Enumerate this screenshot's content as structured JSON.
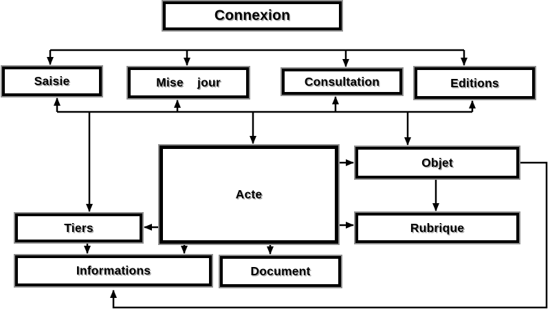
{
  "diagram": {
    "colors": {
      "background": "#ffffff",
      "line": "#000000",
      "box_border": "#000000",
      "box_shadow": "#8f8f8f",
      "text": "#000000"
    },
    "nodes": {
      "connexion": {
        "label": "Connexion"
      },
      "saisie": {
        "label": "Saisie"
      },
      "mise_a_jour": {
        "label": "Mise    jour"
      },
      "consultation": {
        "label": "Consultation"
      },
      "editions": {
        "label": "Editions"
      },
      "acte": {
        "label": "Acte"
      },
      "objet": {
        "label": "Objet"
      },
      "rubrique": {
        "label": "Rubrique"
      },
      "tiers": {
        "label": "Tiers"
      },
      "informations": {
        "label": "Informations"
      },
      "document": {
        "label": "Document"
      }
    },
    "edges": [
      {
        "from": "top-bus",
        "to": "saisie",
        "arrow": "down"
      },
      {
        "from": "top-bus",
        "to": "mise_a_jour",
        "arrow": "down"
      },
      {
        "from": "top-bus",
        "to": "consultation",
        "arrow": "down"
      },
      {
        "from": "top-bus",
        "to": "editions",
        "arrow": "down"
      },
      {
        "from": "return-bus",
        "to": "saisie",
        "arrow": "up"
      },
      {
        "from": "return-bus",
        "to": "mise_a_jour",
        "arrow": "up"
      },
      {
        "from": "return-bus",
        "to": "consultation",
        "arrow": "up"
      },
      {
        "from": "return-bus",
        "to": "editions",
        "arrow": "up"
      },
      {
        "from": "return-bus",
        "to": "tiers",
        "arrow": "down"
      },
      {
        "from": "return-bus",
        "to": "acte",
        "arrow": "down"
      },
      {
        "from": "return-bus",
        "to": "objet",
        "arrow": "down"
      },
      {
        "from": "acte",
        "to": "objet",
        "arrow": "right"
      },
      {
        "from": "acte",
        "to": "rubrique",
        "arrow": "right"
      },
      {
        "from": "acte",
        "to": "tiers",
        "arrow": "left"
      },
      {
        "from": "acte",
        "to": "informations",
        "arrow": "down"
      },
      {
        "from": "acte",
        "to": "document",
        "arrow": "down"
      },
      {
        "from": "objet",
        "to": "rubrique",
        "arrow": "down"
      },
      {
        "from": "tiers",
        "to": "informations",
        "arrow": "down"
      },
      {
        "from": "objet",
        "to": "informations",
        "arrow": "feedback-right-bottom-up"
      }
    ]
  }
}
